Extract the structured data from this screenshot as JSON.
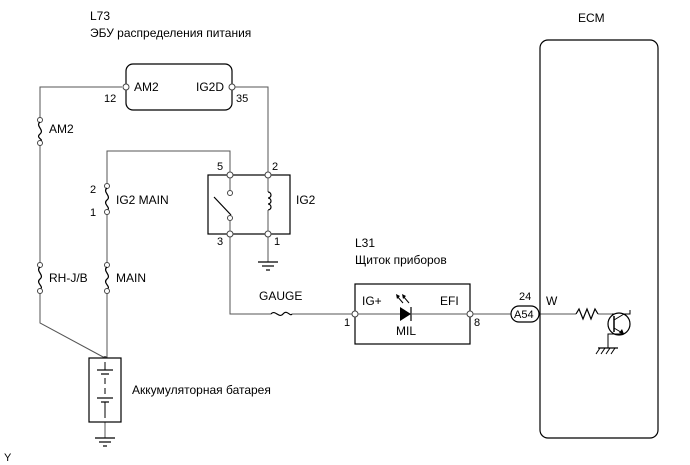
{
  "components": {
    "power_dist": {
      "code": "L73",
      "name": "ЭБУ распределения питания",
      "pin_am2": "AM2",
      "pin_ig2d": "IG2D",
      "pin_num_am2": "12",
      "pin_num_ig2d": "35"
    },
    "ecm": {
      "name": "ECM",
      "pin_num": "24",
      "connector": "A54",
      "wire_color": "W"
    },
    "relay": {
      "name": "IG2",
      "pin_5": "5",
      "pin_2": "2",
      "pin_3": "3",
      "pin_1": "1"
    },
    "cluster": {
      "code": "L31",
      "name": "Щиток приборов",
      "pin_ig": "IG+",
      "pin_efi": "EFI",
      "lamp": "MIL",
      "pin_num_ig": "1",
      "pin_num_efi": "8"
    },
    "battery": {
      "name": "Аккумуляторная батарея"
    }
  },
  "fuses": {
    "am2": "AM2",
    "rh_jb": "RH-J/B",
    "ig2_main": "IG2 MAIN",
    "ig2_main_pin_top": "2",
    "ig2_main_pin_bottom": "1",
    "main": "MAIN",
    "gauge": "GAUGE"
  },
  "corner_mark": "Y"
}
